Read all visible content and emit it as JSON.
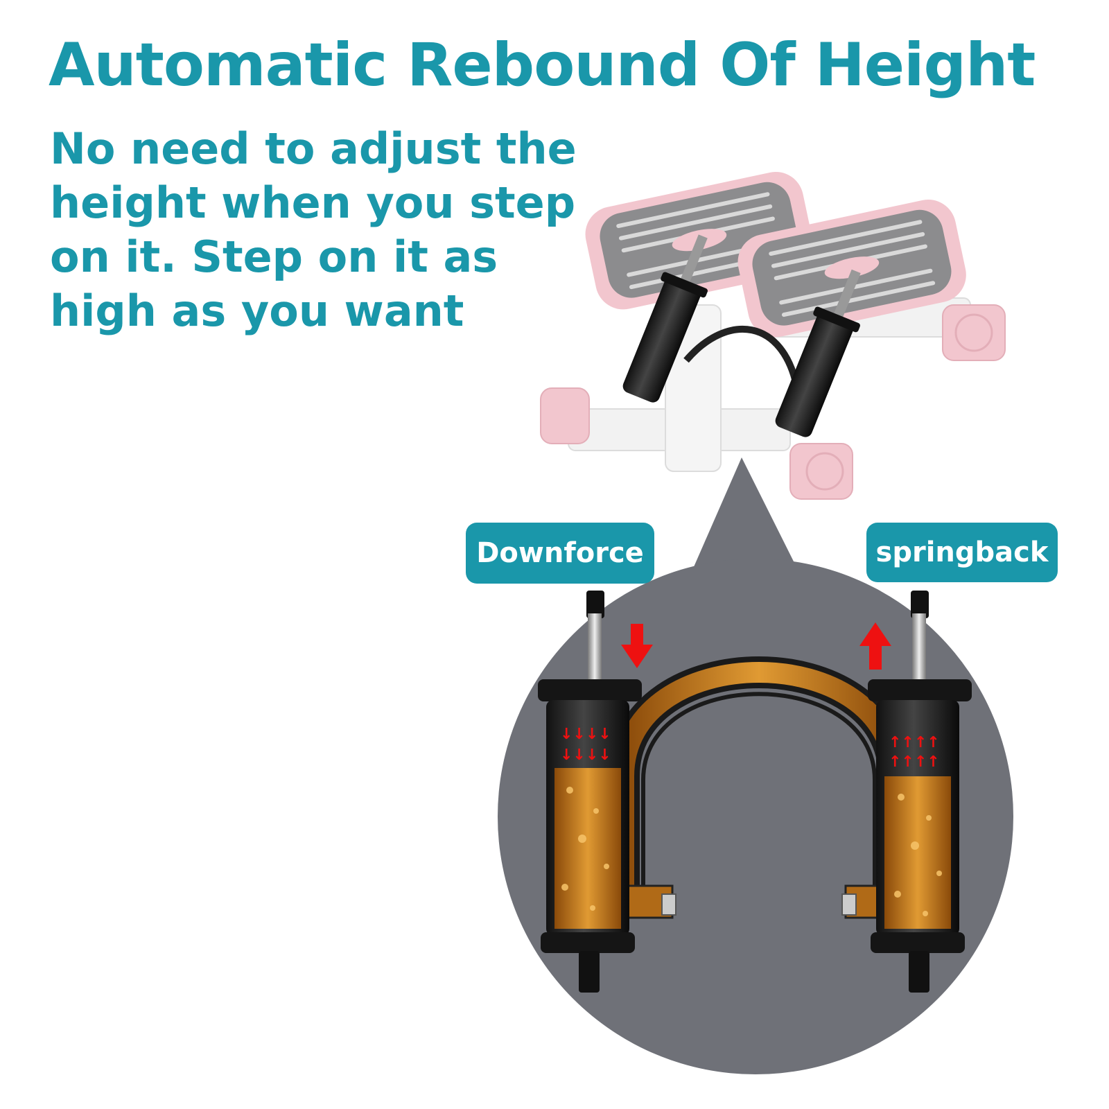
{
  "header": {
    "title": "Automatic Rebound Of Height",
    "subtitle": "No need to adjust the height when you step on it. Step on it as high as you want"
  },
  "labels": {
    "downforce": "Downforce",
    "springback": "springback"
  },
  "colors": {
    "brand": "#1a97aa",
    "circle": "#6f7178",
    "pink": "#f2c6ce",
    "oil": "#c67a1c",
    "arrow": "#ee1111"
  }
}
